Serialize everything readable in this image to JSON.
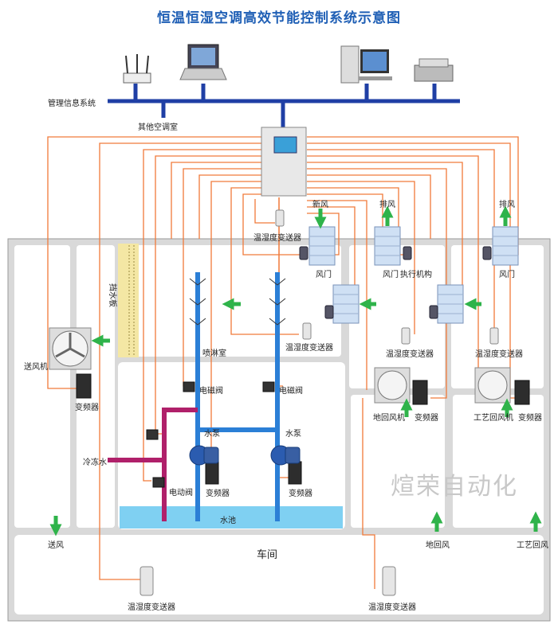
{
  "title": "恒温恒湿空调高效节能控制系统示意图",
  "watermark": "煊荣自动化",
  "labels": {
    "mis": "管理信息系统",
    "other_ac_room": "其他空调室",
    "fresh_air": "新风",
    "exhaust_1": "排风",
    "exhaust_2": "排风",
    "damper_1": "风门",
    "damper_2": "风门",
    "damper_3": "风门",
    "actuator": "执行机构",
    "th_sensor_top": "温湿度变送器",
    "th_sensor_spray": "温湿度变送器",
    "th_sensor_mid": "温湿度变送器",
    "th_sensor_right": "温湿度变送器",
    "th_sensor_bottom_left": "温湿度变送器",
    "th_sensor_bottom_mid": "温湿度变送器",
    "supply_fan": "送风机",
    "vfd_supply": "变频器",
    "water_curtain": "挡水板",
    "spray_room": "喷淋室",
    "solenoid_1": "电磁阀",
    "solenoid_2": "电磁阀",
    "pump_1": "水泵",
    "pump_2": "水泵",
    "vfd_pump_1": "变频器",
    "vfd_pump_2": "变频器",
    "chilled_water": "冷冻水",
    "motor_valve": "电动阀",
    "pool": "水池",
    "return_fan": "地回风机",
    "vfd_return": "变频器",
    "process_fan": "工艺回风机",
    "vfd_process": "变频器",
    "workshop": "车间",
    "supply_air": "送风",
    "floor_return": "地回风",
    "process_return": "工艺回风"
  },
  "colors": {
    "title": "#1f5fb5",
    "bus": "#1f3fa5",
    "signal": "#f07a3a",
    "water_pipe": "#2b7fd6",
    "chilled_pipe": "#b0206a",
    "airflow": "#2fb34a",
    "duct": "#d9d9d9",
    "pool": "#7fd0f2"
  }
}
